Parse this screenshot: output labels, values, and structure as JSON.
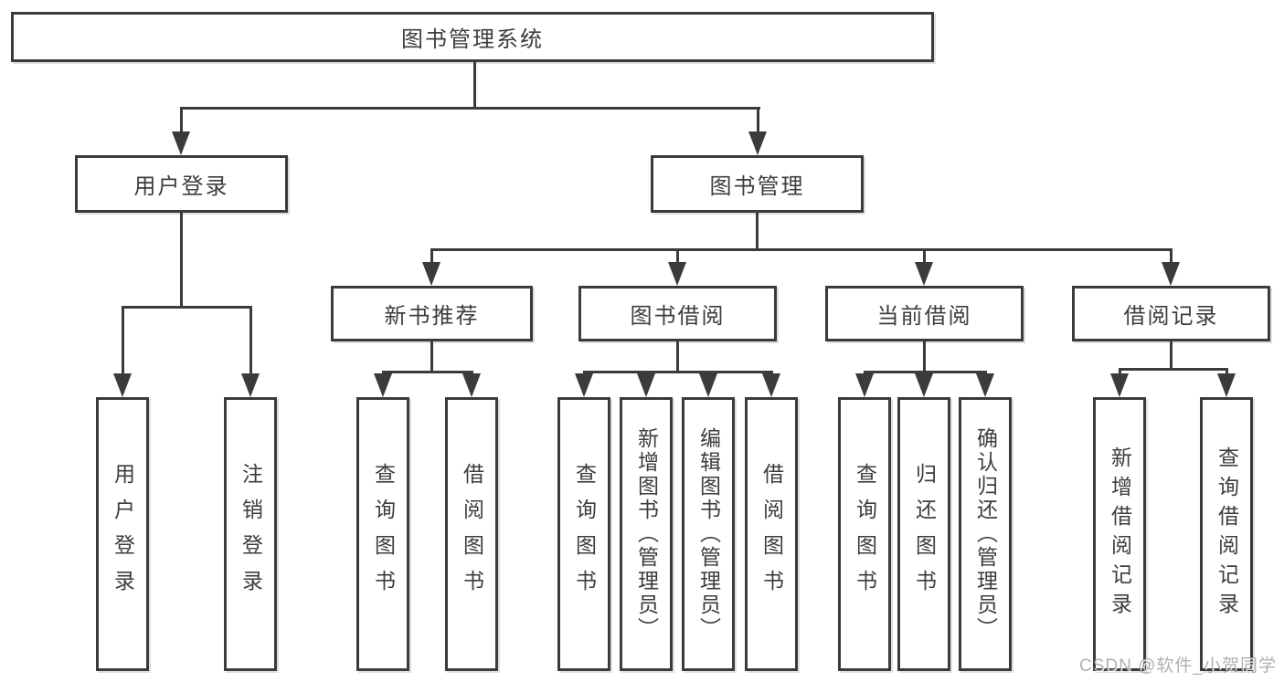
{
  "tree": {
    "root": "图书管理系统",
    "children": [
      {
        "label": "用户登录",
        "children": [
          "用户登录",
          "注销登录"
        ]
      },
      {
        "label": "图书管理",
        "children": [
          {
            "label": "新书推荐",
            "children": [
              "查询图书",
              "借阅图书"
            ]
          },
          {
            "label": "图书借阅",
            "children": [
              "查询图书",
              "新增图书（管理员）",
              "编辑图书（管理员）",
              "借阅图书"
            ]
          },
          {
            "label": "当前借阅",
            "children": [
              "查询图书",
              "归还图书",
              "确认归还（管理员）"
            ]
          },
          {
            "label": "借阅记录",
            "children": [
              "新增借阅记录",
              "查询借阅记录"
            ]
          }
        ]
      }
    ]
  },
  "colors": {
    "line": "#3b3b3b",
    "text": "#3d3d3d",
    "background": "#ffffff",
    "watermark": "#969696"
  },
  "watermark": {
    "text": "CSDN @软件_小贺同学"
  }
}
